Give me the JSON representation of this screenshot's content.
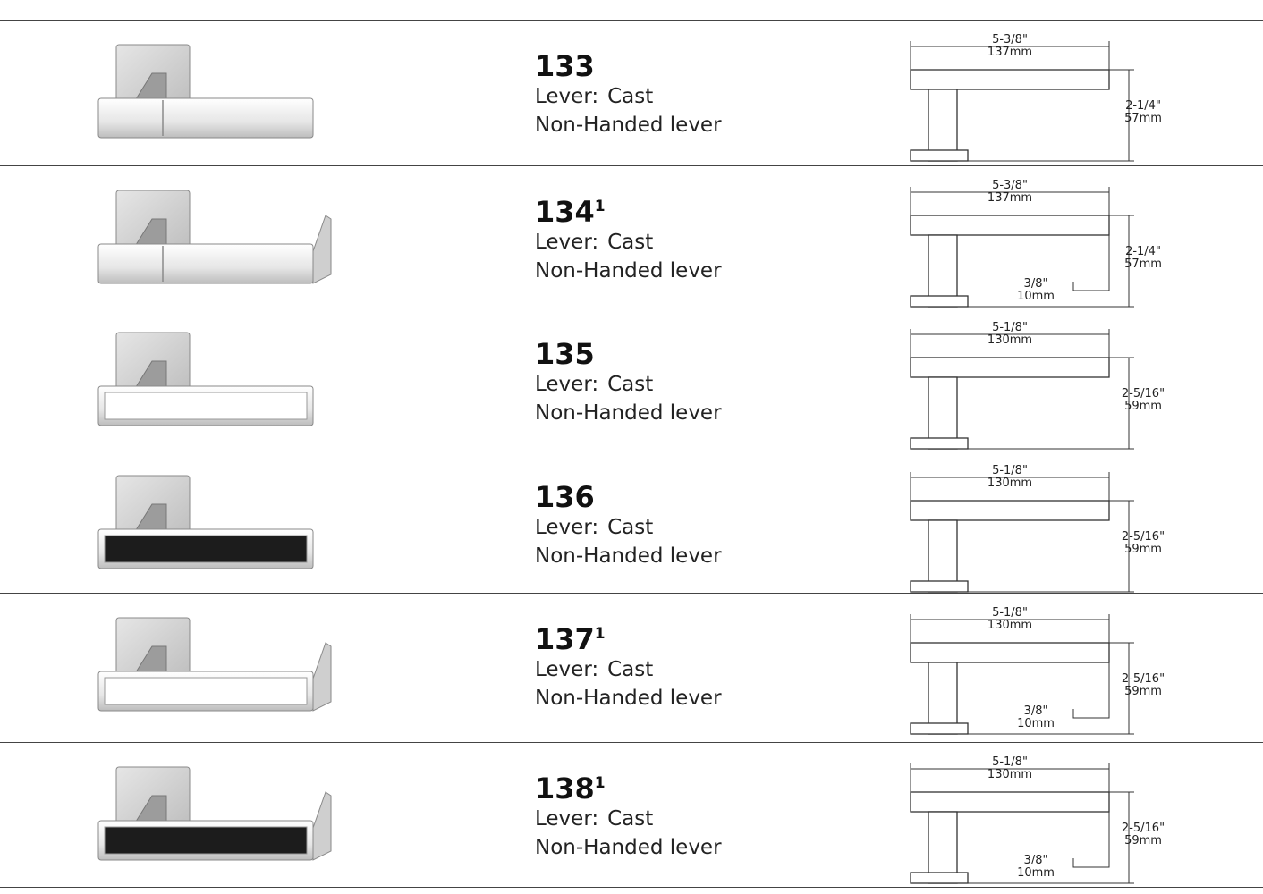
{
  "rows": [
    {
      "id": "133",
      "model": "133",
      "footnote": "",
      "lever_label": "Lever:",
      "lever_value": "Cast",
      "handing": "Non-Handed lever",
      "insert": "none",
      "return": false,
      "dims": {
        "width_in": "5-3/8\"",
        "width_mm": "137mm",
        "height_in": "2-1/4\"",
        "height_mm": "57mm",
        "gap_in": "",
        "gap_mm": ""
      }
    },
    {
      "id": "134",
      "model": "134",
      "footnote": "1",
      "lever_label": "Lever:",
      "lever_value": "Cast",
      "handing": "Non-Handed lever",
      "insert": "none",
      "return": true,
      "dims": {
        "width_in": "5-3/8\"",
        "width_mm": "137mm",
        "height_in": "2-1/4\"",
        "height_mm": "57mm",
        "gap_in": "3/8\"",
        "gap_mm": "10mm"
      }
    },
    {
      "id": "135",
      "model": "135",
      "footnote": "",
      "lever_label": "Lever:",
      "lever_value": "Cast",
      "handing": "Non-Handed lever",
      "insert": "white",
      "return": false,
      "dims": {
        "width_in": "5-1/8\"",
        "width_mm": "130mm",
        "height_in": "2-5/16\"",
        "height_mm": "59mm",
        "gap_in": "",
        "gap_mm": ""
      }
    },
    {
      "id": "136",
      "model": "136",
      "footnote": "",
      "lever_label": "Lever:",
      "lever_value": "Cast",
      "handing": "Non-Handed lever",
      "insert": "black",
      "return": false,
      "dims": {
        "width_in": "5-1/8\"",
        "width_mm": "130mm",
        "height_in": "2-5/16\"",
        "height_mm": "59mm",
        "gap_in": "",
        "gap_mm": ""
      }
    },
    {
      "id": "137",
      "model": "137",
      "footnote": "1",
      "lever_label": "Lever:",
      "lever_value": "Cast",
      "handing": "Non-Handed lever",
      "insert": "white",
      "return": true,
      "dims": {
        "width_in": "5-1/8\"",
        "width_mm": "130mm",
        "height_in": "2-5/16\"",
        "height_mm": "59mm",
        "gap_in": "3/8\"",
        "gap_mm": "10mm"
      }
    },
    {
      "id": "138",
      "model": "138",
      "footnote": "1",
      "lever_label": "Lever:",
      "lever_value": "Cast",
      "handing": "Non-Handed lever",
      "insert": "black",
      "return": true,
      "dims": {
        "width_in": "5-1/8\"",
        "width_mm": "130mm",
        "height_in": "2-5/16\"",
        "height_mm": "59mm",
        "gap_in": "3/8\"",
        "gap_mm": "10mm"
      }
    }
  ],
  "colors": {
    "rule": "#444444",
    "satin_light": "#e6e6e6",
    "satin_mid": "#bdbdbd",
    "satin_dark": "#8a8a8a",
    "insert_white": "#ffffff",
    "insert_black": "#1c1c1c"
  }
}
